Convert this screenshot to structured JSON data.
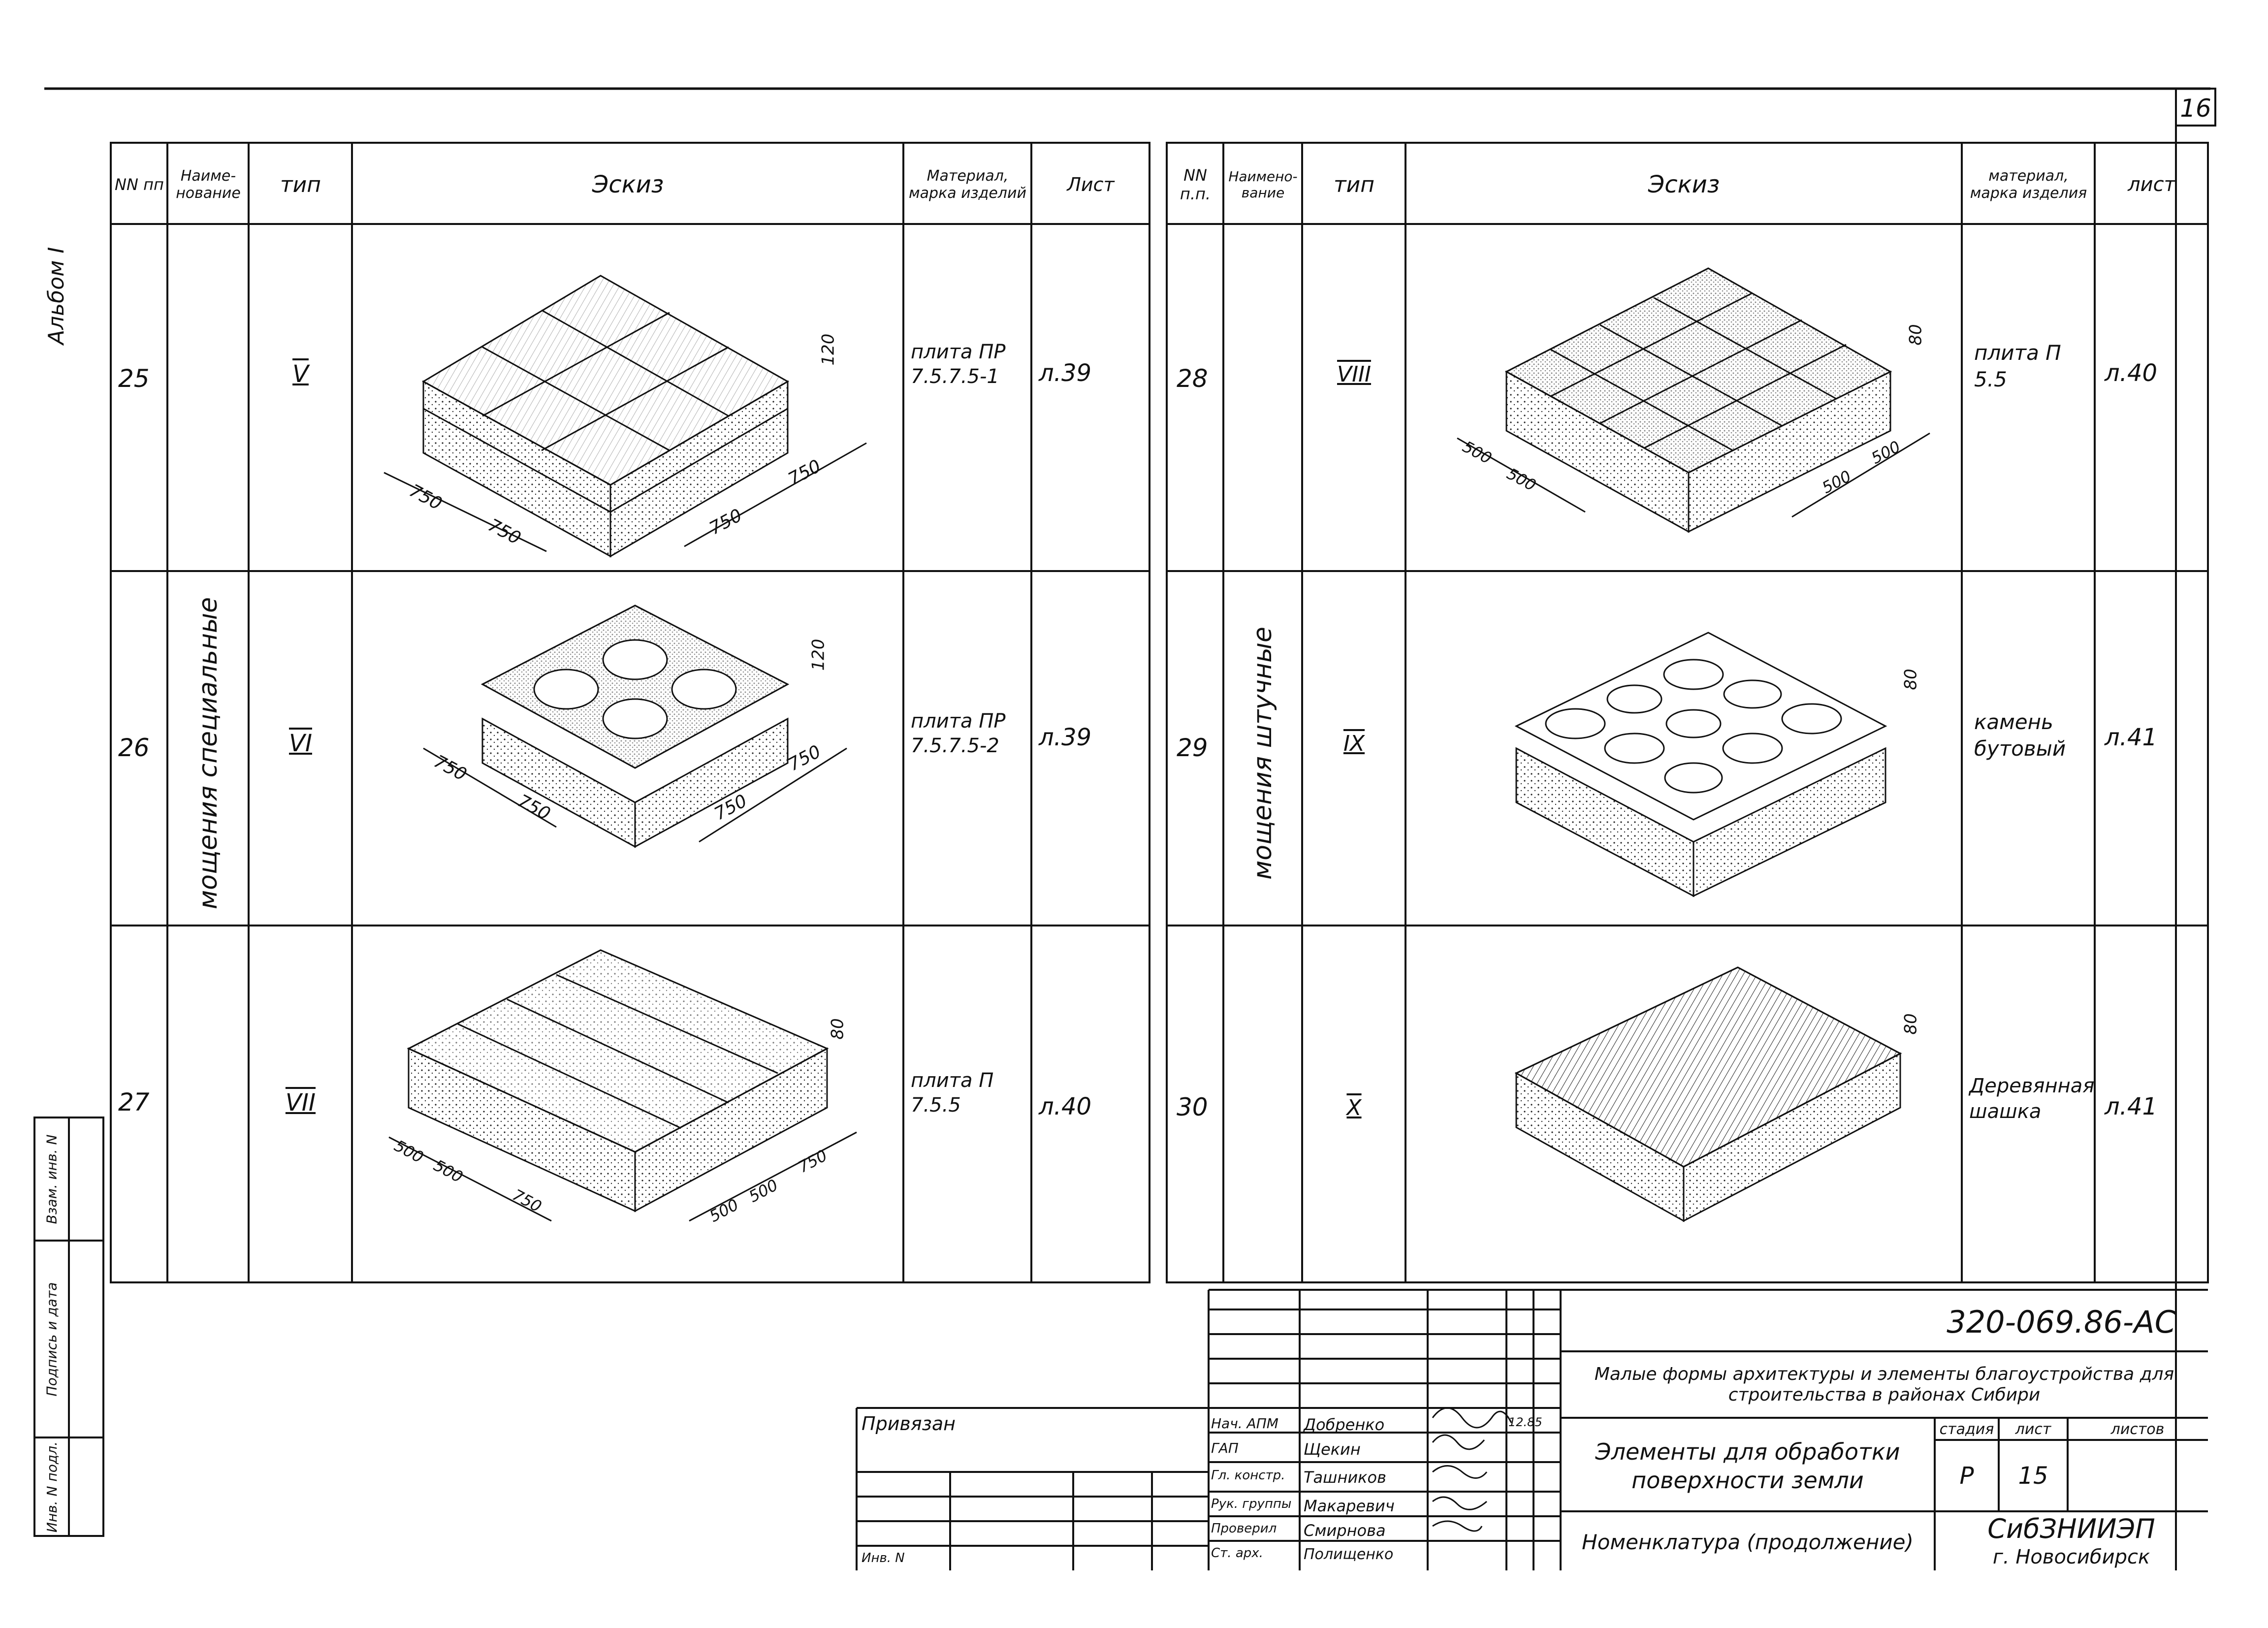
{
  "sheet_number": "16",
  "album_label": "Альбом I",
  "header": {
    "left": {
      "num": "NN пп",
      "name": "Наиме-нование",
      "type": "тип",
      "sketch": "Эскиз",
      "material": "Материал, марка изделий",
      "sheet": "Лист"
    },
    "right": {
      "num": "NN п.п.",
      "name": "Наимено-вание",
      "type": "тип",
      "sketch": "Эскиз",
      "material": "материал, марка изделия",
      "sheet": "лист"
    }
  },
  "left_group_name": "мощения специальные",
  "right_group_name": "мощения штучные",
  "left_rows": [
    {
      "num": "25",
      "type": "V",
      "material": "плита ПР 7.5.7.5-1",
      "sheet": "л.39",
      "dims": [
        "750",
        "750",
        "750",
        "750"
      ],
      "height": "120"
    },
    {
      "num": "26",
      "type": "VI",
      "material": "плита ПР 7.5.7.5-2",
      "sheet": "л.39",
      "dims": [
        "750",
        "750",
        "750",
        "750"
      ],
      "height": "120"
    },
    {
      "num": "27",
      "type": "VII",
      "material": "плита П 7.5.5",
      "sheet": "л.40",
      "dims": [
        "500",
        "500",
        "750",
        "500",
        "500",
        "750"
      ],
      "height": "80"
    }
  ],
  "right_rows": [
    {
      "num": "28",
      "type": "VIII",
      "material": "плита П 5.5",
      "sheet": "л.40",
      "dims": [
        "500",
        "500",
        "500",
        "500"
      ],
      "height": "80"
    },
    {
      "num": "29",
      "type": "IX",
      "material": "камень бутовый",
      "sheet": "л.41",
      "dims": [],
      "height": "80"
    },
    {
      "num": "30",
      "type": "X",
      "material": "Деревянная шашка",
      "sheet": "л.41",
      "dims": [],
      "height": "80"
    }
  ],
  "side_stamp": [
    "Инв. N подл.",
    "Подпись и дата",
    "Взам. инв. N"
  ],
  "title_block": {
    "doc_code": "320-069.86-АС",
    "project": "Малые формы архитектуры и элементы благоустройства для строительства в районах Сибири",
    "bound": "Привязан",
    "roles": [
      "Нач. АПМ",
      "ГАП",
      "Гл. констр.",
      "Рук. группы",
      "Проверил",
      "Ст. арх."
    ],
    "names": [
      "Добренко",
      "Щекин",
      "Ташников",
      "Макаревич",
      "Смирнова",
      "Полищенко"
    ],
    "date": "12.85",
    "title": "Элементы для обработки поверхности земли",
    "subtitle": "Номенклатура (продолжение)",
    "stage_label": "стадия",
    "sheet_label": "лист",
    "sheets_label": "листов",
    "stage": "Р",
    "sheet": "15",
    "org": "СибЗНИИЭП",
    "city": "г. Новосибирск",
    "inv_label": "Инв. N"
  }
}
